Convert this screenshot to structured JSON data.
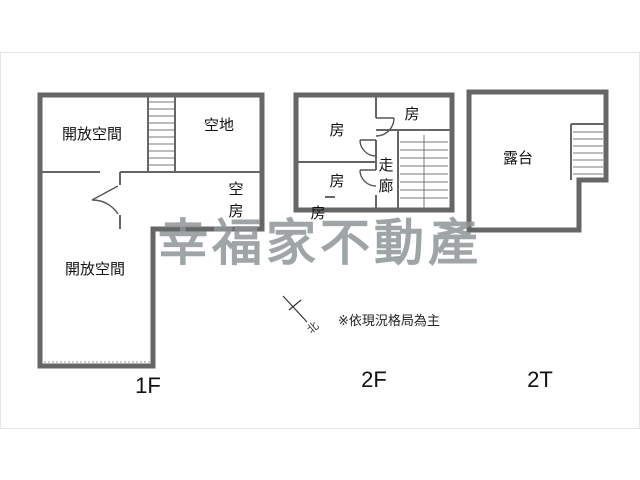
{
  "floors": {
    "f1": {
      "label": "1F",
      "rooms": {
        "open_space_top": "開放空間",
        "vacant_lot": "空地",
        "empty_room_1": "空",
        "empty_room_2": "房",
        "open_space_main": "開放空間"
      }
    },
    "f2": {
      "label": "2F",
      "rooms": {
        "room_a": "房",
        "room_b": "房",
        "room_c": "房",
        "room_d": "房",
        "corridor_1": "走",
        "corridor_2": "廊"
      }
    },
    "t2": {
      "label": "2T",
      "rooms": {
        "terrace": "露台"
      }
    }
  },
  "note": "※依現況格局為主",
  "compass": {
    "label": "北"
  },
  "watermark": "幸福家不動產",
  "colors": {
    "wall": "#666666",
    "watermark": "#8f9698",
    "background": "#ffffff"
  }
}
